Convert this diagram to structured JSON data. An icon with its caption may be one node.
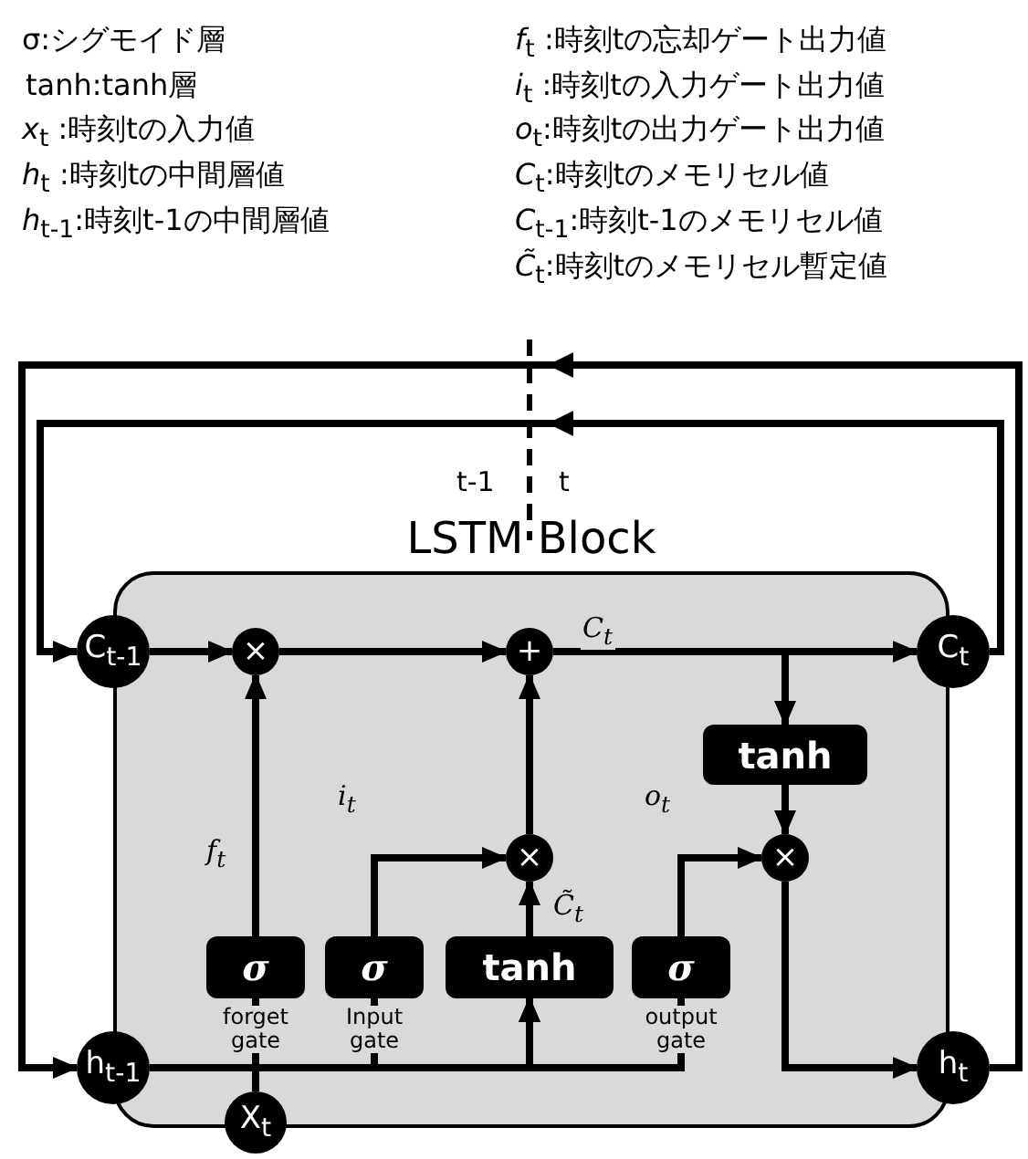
{
  "diagram": {
    "nodes": [
      {
        "text": [
          "LSTM Block"
        ]
      },
      {
        "text": [
          "C$_{t-1}$"
        ]
      },
      {
        "text": [
          "×"
        ],
        "in": 0
      },
      {
        "text": [
          "+"
        ],
        "in": 0
      },
      {
        "text": [
          "C$_{t}$"
        ]
      },
      {
        "text": [
          "tanh"
        ],
        "in": 0
      },
      {
        "text": [
          "×"
        ],
        "in": 0
      },
      {
        "text": [
          "σ"
        ],
        "in": 0,
        "beside": [
          "forget gate"
        ]
      },
      {
        "text": [
          "σ"
        ],
        "in": 0,
        "beside": [
          "Input gate"
        ]
      },
      {
        "text": [
          "tanh"
        ],
        "in": 0
      },
      {
        "text": [
          "σ"
        ],
        "in": 0,
        "beside": [
          "output gate"
        ]
      },
      {
        "text": [
          "×"
        ],
        "in": 0
      },
      {
        "text": [
          "h$_{t-1}$"
        ]
      },
      {
        "text": [
          "h$_{t}$"
        ]
      },
      {
        "text": [
          "X$_{t}$"
        ]
      }
    ],
    "edges": [
      {
        "from": 1,
        "to": 2,
        "arrow": "to"
      },
      {
        "from": 2,
        "to": 3,
        "arrow": "to"
      },
      {
        "from": 3,
        "to": 4,
        "arrow": "to",
        "label": "C$_{t}$"
      },
      {
        "from": 3,
        "to": 5,
        "arrow": "to"
      },
      {
        "from": 5,
        "to": 6,
        "arrow": "to"
      },
      {
        "from": 7,
        "to": 2,
        "arrow": "to",
        "label": "f$_{t}$"
      },
      {
        "from": 8,
        "to": 11,
        "arrow": "to",
        "label": "i$_{t}$"
      },
      {
        "from": 9,
        "to": 11,
        "arrow": "to",
        "label": "C̃$_{t}$"
      },
      {
        "from": 11,
        "to": 3,
        "arrow": "to"
      },
      {
        "from": 10,
        "to": 6,
        "arrow": "to",
        "label": "o$_{t}$"
      },
      {
        "from": 6,
        "to": 13,
        "arrow": "to"
      },
      {
        "from": 12,
        "to": 7,
        "arrow": "to"
      },
      {
        "from": 12,
        "to": 8,
        "arrow": "to"
      },
      {
        "from": 12,
        "to": 9,
        "arrow": "to"
      },
      {
        "from": 12,
        "to": 10,
        "arrow": "to"
      },
      {
        "from": 14,
        "to": 7,
        "arrow": "to"
      },
      {
        "from": 14,
        "to": 8,
        "arrow": "to"
      },
      {
        "from": 14,
        "to": 9,
        "arrow": "to"
      },
      {
        "from": 14,
        "to": 10,
        "arrow": "to"
      },
      {
        "from": 4,
        "to": 1,
        "arrow": "to"
      },
      {
        "from": 13,
        "to": 12,
        "arrow": "to"
      }
    ],
    "labels": [
      "σ:シグモイド層",
      "tanh:tanh層",
      "*x*$_{t}$ :時刻tの入力値",
      "*h*$_{t}$ :時刻tの中間層値",
      "*h*$_{t-1}$:時刻t-1の中間層値",
      "*f*$_{t}$ :時刻tの忘却ゲート出力値",
      "*i*$_{t}$ :時刻tの入力ゲート出力値",
      "*o*$_{t}$:時刻tの出力ゲート出力値",
      "*C*$_{t}$:時刻tのメモリセル値",
      "*C*$_{t-1}$:時刻t-1のメモリセル値",
      "*C̃*$_{t}$:時刻tのメモリセル暫定値",
      "t-1",
      "t"
    ]
  }
}
